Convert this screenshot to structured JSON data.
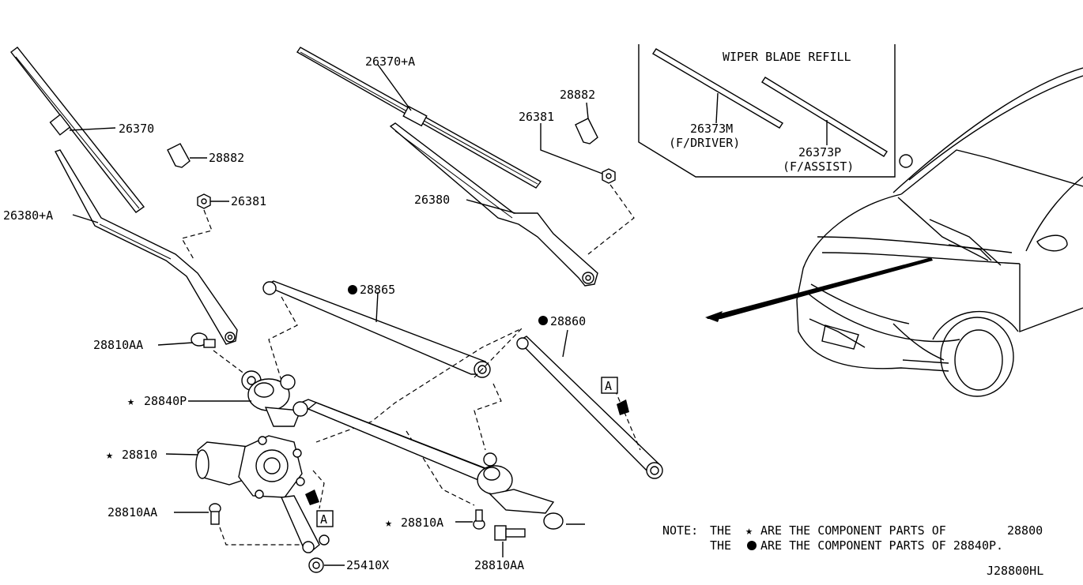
{
  "diagram": {
    "labels": {
      "blade_driver": "26370",
      "blade_assist": "26370+A",
      "arm_driver": "26380+A",
      "arm_assist": "26380",
      "cap_left": "28882",
      "cap_right": "28882",
      "nut_left": "26381",
      "nut_right": "26381",
      "link_1": "28865",
      "link_2": "28860",
      "bolt_top": "28810AA",
      "pivot": "28840P",
      "motor": "28810",
      "bolt_left": "28810AA",
      "bolt_bottom": "28810AA",
      "grommet": "25410X",
      "bolt_mid": "28810A",
      "frame_code": "J28800HL",
      "box_a_1": "A",
      "box_a_2": "A"
    },
    "refill": {
      "title": "WIPER BLADE REFILL",
      "driver_code": "26373M",
      "driver_side": "(F/DRIVER)",
      "assist_code": "26373P",
      "assist_side": "(F/ASSIST)"
    },
    "note": {
      "prefix": "NOTE:",
      "line1_a": "THE",
      "line1_b": "ARE THE COMPONENT PARTS OF",
      "line1_part": "28800",
      "line2_a": "THE",
      "line2_b": "ARE THE COMPONENT PARTS OF 28840P."
    }
  }
}
